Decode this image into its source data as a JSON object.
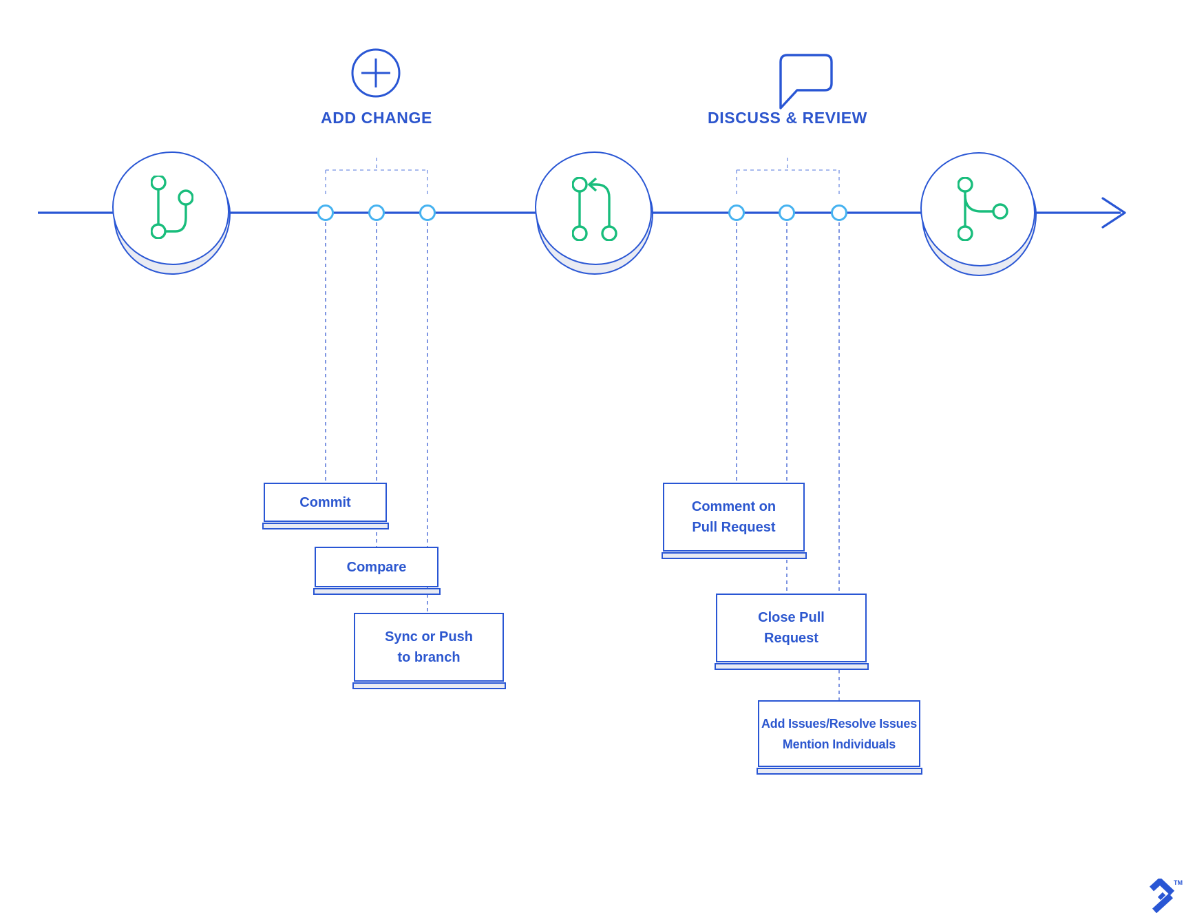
{
  "diagram": {
    "sections": [
      {
        "title": "ADD CHANGE",
        "icon": "plus-circle-icon",
        "steps": [
          {
            "lines": [
              "Commit"
            ]
          },
          {
            "lines": [
              "Compare"
            ]
          },
          {
            "lines": [
              "Sync or Push",
              "to branch"
            ]
          }
        ]
      },
      {
        "title": "DISCUSS & REVIEW",
        "icon": "speech-bubble-icon",
        "steps": [
          {
            "lines": [
              "Comment on",
              "Pull Request"
            ]
          },
          {
            "lines": [
              "Close Pull",
              "Request"
            ]
          },
          {
            "lines": [
              "Add Issues/Resolve Issues",
              "Mention Individuals"
            ]
          }
        ]
      }
    ],
    "stages": [
      {
        "icon": "git-branch-icon"
      },
      {
        "icon": "git-pull-request-icon"
      },
      {
        "icon": "git-merge-icon"
      }
    ],
    "trademark": "TM",
    "colors": {
      "accent_blue": "#2956D4",
      "text_blue": "#2C57CF",
      "node_light_blue": "#45B2F0",
      "icon_green": "#19BD7C",
      "shadow_gray": "#E9EBF3",
      "dash_blue": "#5E7BDA",
      "bracket_dash_blue": "#8CA3E8"
    }
  }
}
